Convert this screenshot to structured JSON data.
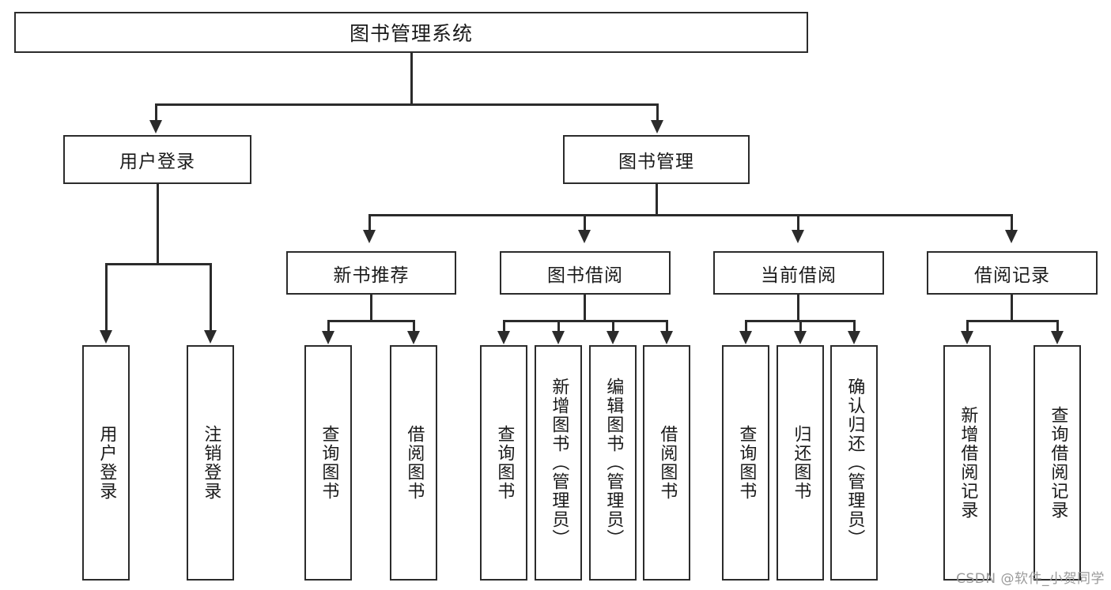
{
  "diagram": {
    "title": "图书管理系统",
    "watermark": "CSDN @软件_小贺同学",
    "line_color": "#2b2b2b",
    "background_color": "#ffffff",
    "text_color": "#1a1a1a",
    "watermark_color": "#9a9a9a"
  },
  "level1": [
    {
      "label": "用户登录"
    },
    {
      "label": "图书管理"
    }
  ],
  "level2": [
    {
      "label": "新书推荐"
    },
    {
      "label": "图书借阅"
    },
    {
      "label": "当前借阅"
    },
    {
      "label": "借阅记录"
    }
  ],
  "leaves": {
    "user_login": [
      {
        "label": "用户登录"
      },
      {
        "label": "注销登录"
      }
    ],
    "new_book": [
      {
        "label": "查询图书"
      },
      {
        "label": "借阅图书"
      }
    ],
    "book_borrow": [
      {
        "label": "查询图书"
      },
      {
        "label": "新增图书（管理员）"
      },
      {
        "label": "编辑图书（管理员）"
      },
      {
        "label": "借阅图书"
      }
    ],
    "current_borrow": [
      {
        "label": "查询图书"
      },
      {
        "label": "归还图书"
      },
      {
        "label": "确认归还（管理员）"
      }
    ],
    "borrow_record": [
      {
        "label": "新增借阅记录"
      },
      {
        "label": "查询借阅记录"
      }
    ]
  }
}
